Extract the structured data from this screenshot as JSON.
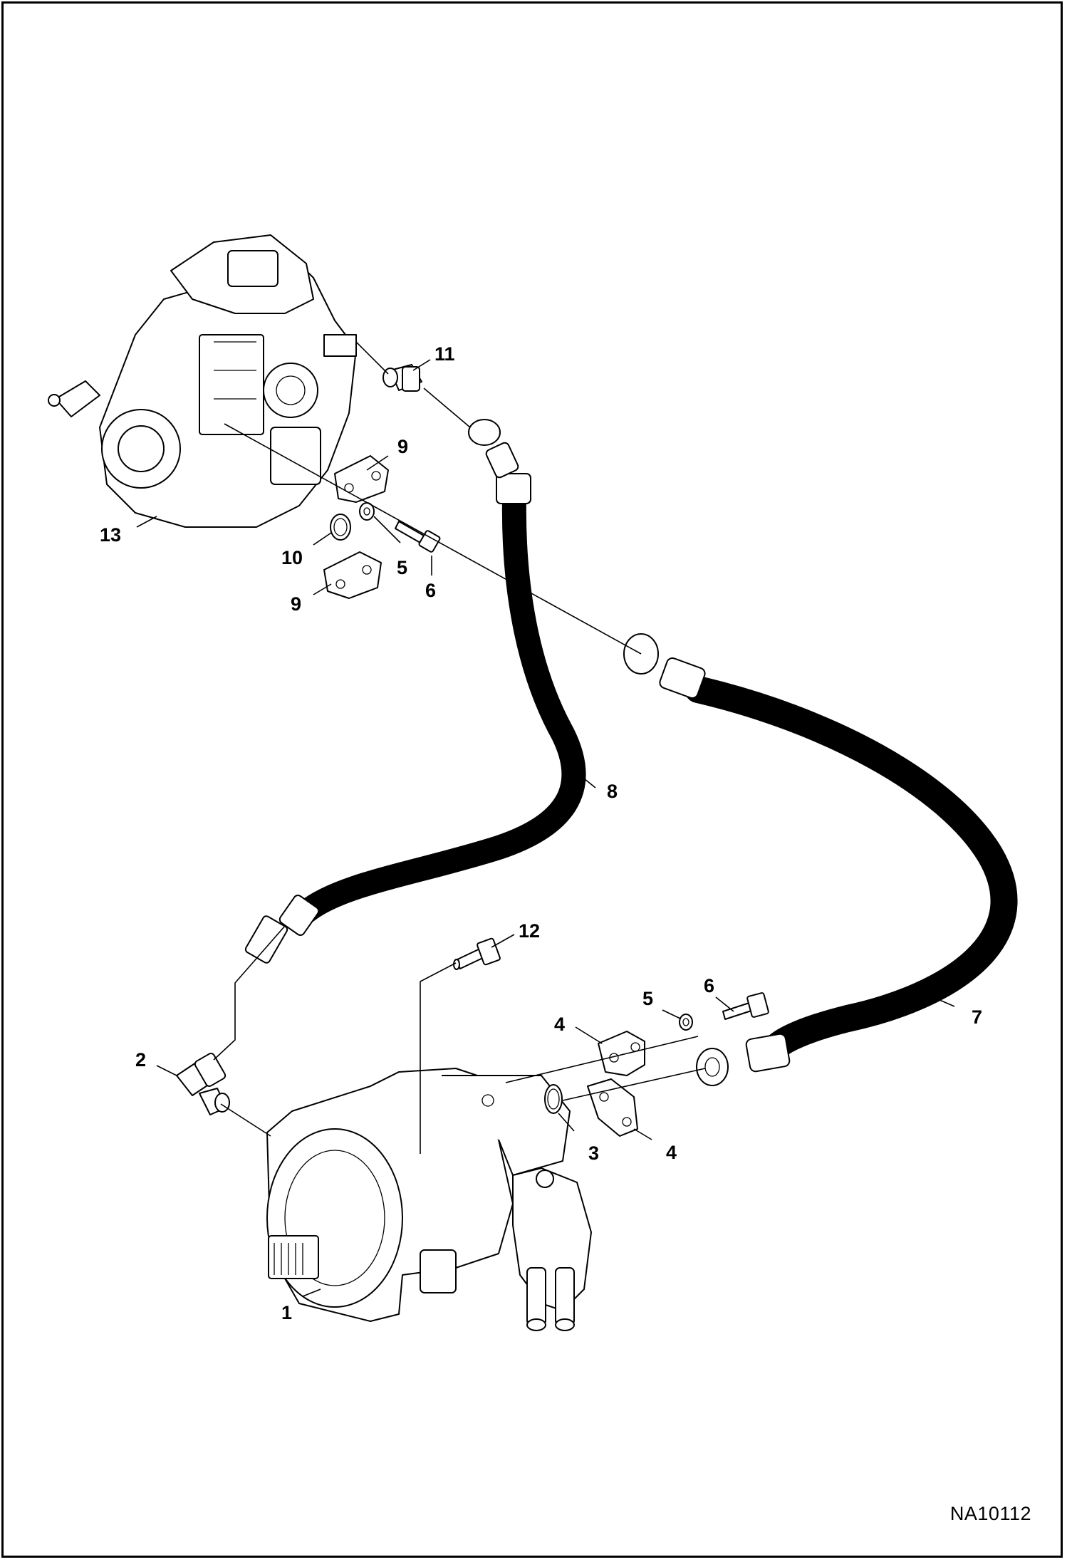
{
  "figure_id": "NA10112",
  "callouts": [
    {
      "id": "c1",
      "label": "1"
    },
    {
      "id": "c2",
      "label": "2"
    },
    {
      "id": "c3",
      "label": "3"
    },
    {
      "id": "c4a",
      "label": "4"
    },
    {
      "id": "c4b",
      "label": "4"
    },
    {
      "id": "c5a",
      "label": "5"
    },
    {
      "id": "c5b",
      "label": "5"
    },
    {
      "id": "c6a",
      "label": "6"
    },
    {
      "id": "c6b",
      "label": "6"
    },
    {
      "id": "c7",
      "label": "7"
    },
    {
      "id": "c8",
      "label": "8"
    },
    {
      "id": "c9a",
      "label": "9"
    },
    {
      "id": "c9b",
      "label": "9"
    },
    {
      "id": "c10",
      "label": "10"
    },
    {
      "id": "c11",
      "label": "11"
    },
    {
      "id": "c12",
      "label": "12"
    },
    {
      "id": "c13",
      "label": "13"
    }
  ]
}
